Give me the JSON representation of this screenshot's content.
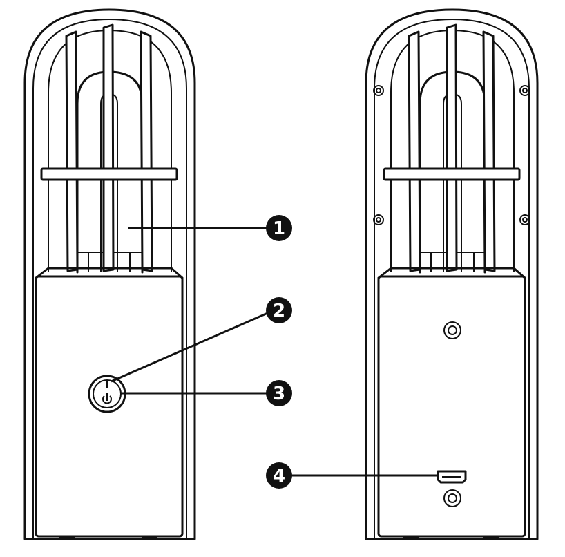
{
  "callouts": [
    {
      "label": "1",
      "target": "uv-lamp"
    },
    {
      "label": "2",
      "target": "indicator-light"
    },
    {
      "label": "3",
      "target": "power-button"
    },
    {
      "label": "4",
      "target": "charging-port"
    }
  ],
  "colors": {
    "line": "#111111",
    "background": "#ffffff",
    "callout_fill": "#111111",
    "callout_text": "#ffffff"
  },
  "icons": [
    "power-icon",
    "screw-icon"
  ]
}
